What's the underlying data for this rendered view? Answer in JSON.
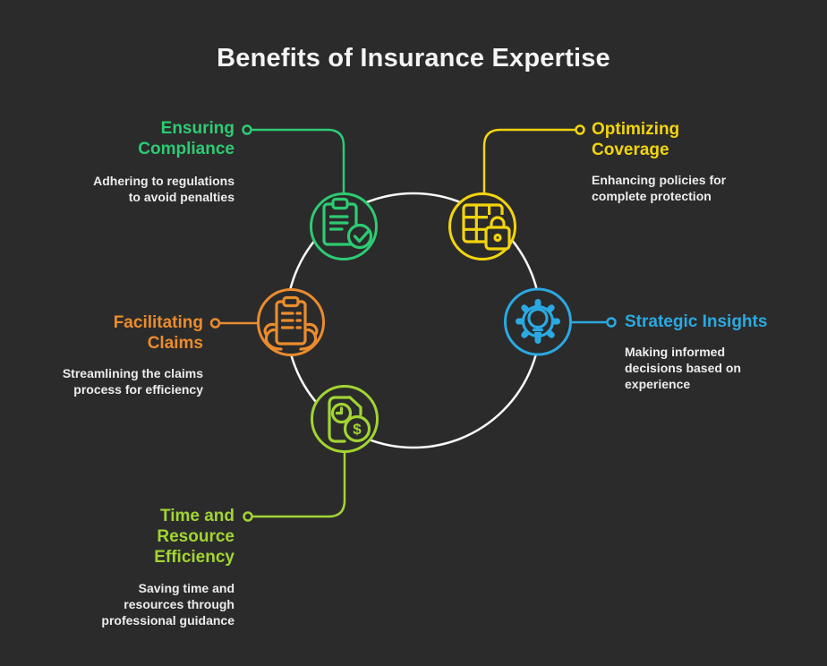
{
  "title": "Benefits of Insurance Expertise",
  "colors": {
    "background": "#2B2B2B",
    "title_text": "#F5F5F5",
    "body_text": "#ECECEC",
    "circle": "#FAFAFA",
    "green": "#2DCB73",
    "yellow": "#F2D40E",
    "orange": "#EA8C2E",
    "blue": "#2AA9E2",
    "lime": "#A2D433"
  },
  "nodes": [
    {
      "id": "ensuring-compliance",
      "title": "Ensuring\nCompliance",
      "description": "Adhering to regulations\nto avoid penalties",
      "color": "#2DCB73",
      "icon": "clipboard-check-icon"
    },
    {
      "id": "optimizing-coverage",
      "title": "Optimizing\nCoverage",
      "description": "Enhancing policies for\ncomplete protection",
      "color": "#F2D40E",
      "icon": "grid-lock-icon"
    },
    {
      "id": "facilitating-claims",
      "title": "Facilitating\nClaims",
      "description": "Streamlining the claims\nprocess for efficiency",
      "color": "#EA8C2E",
      "icon": "hands-clipboard-icon"
    },
    {
      "id": "strategic-insights",
      "title": "Strategic Insights",
      "description": "Making informed\ndecisions based on\nexperience",
      "color": "#2AA9E2",
      "icon": "gear-lightbulb-icon"
    },
    {
      "id": "time-resource-efficiency",
      "title": "Time and\nResource\nEfficiency",
      "description": "Saving time and\nresources through\nprofessional guidance",
      "color": "#A2D433",
      "icon": "document-clock-dollar-icon"
    }
  ],
  "icon_glyphs": {
    "dollar_sign": "$"
  }
}
